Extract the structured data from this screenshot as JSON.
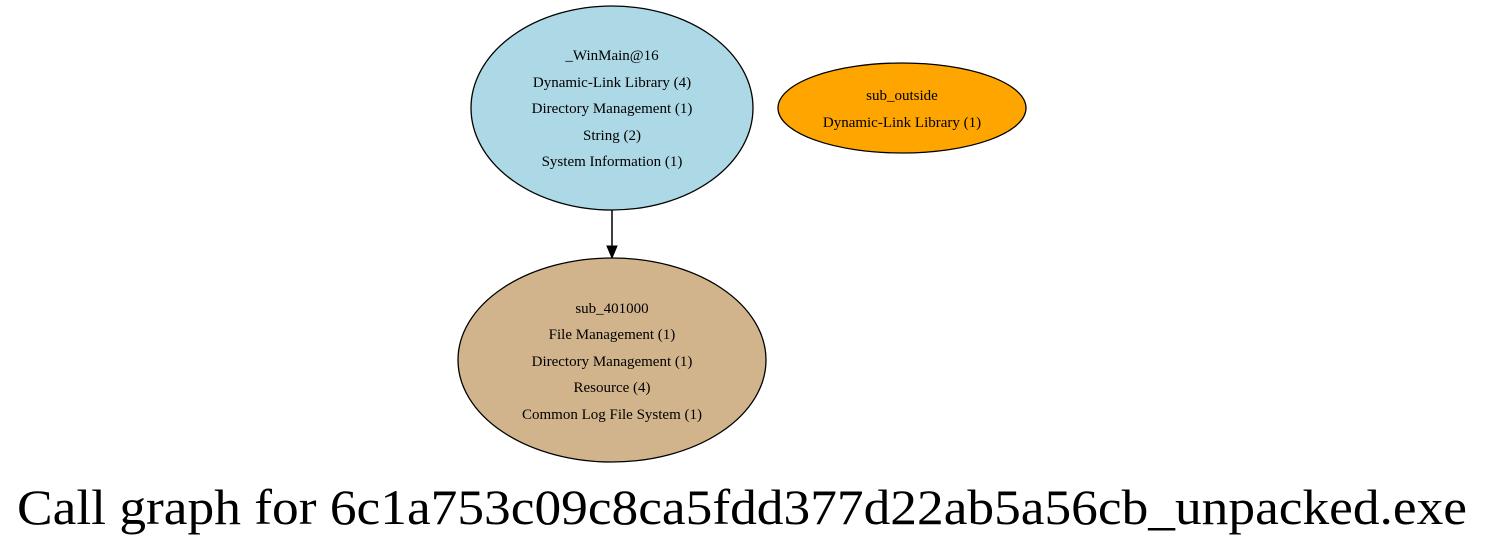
{
  "graph": {
    "title": "Call graph for 6c1a753c09c8ca5fdd377d22ab5a56cb_unpacked.exe",
    "nodes": [
      {
        "id": "winmain",
        "fill": "#add8e6",
        "lines": [
          "_WinMain@16",
          "Dynamic-Link Library (4)",
          "Directory Management (1)",
          "String (2)",
          "System Information (1)"
        ]
      },
      {
        "id": "sub_outside",
        "fill": "#ffa500",
        "lines": [
          "sub_outside",
          "Dynamic-Link Library (1)"
        ]
      },
      {
        "id": "sub_401000",
        "fill": "#d2b48c",
        "lines": [
          "sub_401000",
          "File Management (1)",
          "Directory Management (1)",
          "Resource (4)",
          "Common Log File System (1)"
        ]
      }
    ],
    "edges": [
      {
        "from": "winmain",
        "to": "sub_401000"
      }
    ]
  }
}
